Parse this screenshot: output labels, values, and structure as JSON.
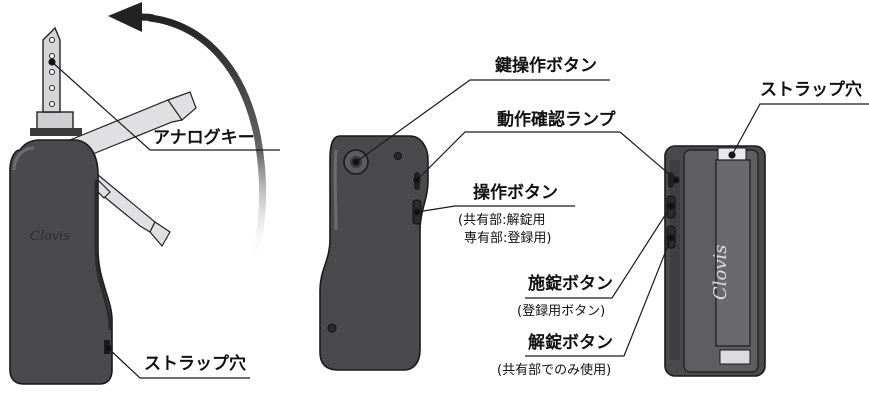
{
  "brand": {
    "logo_text": "Clovis"
  },
  "labels": {
    "key_operation_button": "鍵操作ボタン",
    "status_lamp": "動作確認ランプ",
    "analog_key": "アナログキー",
    "operation_button": "操作ボタン",
    "operation_button_note_1": "(共有部:解錠用",
    "operation_button_note_2": "専有部:登録用)",
    "lock_button": "施錠ボタン",
    "lock_button_note": "(登録用ボタン)",
    "unlock_button": "解錠ボタン",
    "unlock_button_note": "(共有部でのみ使用)",
    "strap_hole_left": "ストラップ穴",
    "strap_hole_right": "ストラップ穴"
  },
  "colors": {
    "device_body": "#4a4a4c",
    "device_dark": "#2b2b2d",
    "device_light": "#6d6d70",
    "key_metal": "#c9c9cc",
    "outline": "#1a1a1a",
    "arrow": "#222222"
  },
  "icons": {
    "rotation_arrow": "curved-arrow-icon"
  }
}
